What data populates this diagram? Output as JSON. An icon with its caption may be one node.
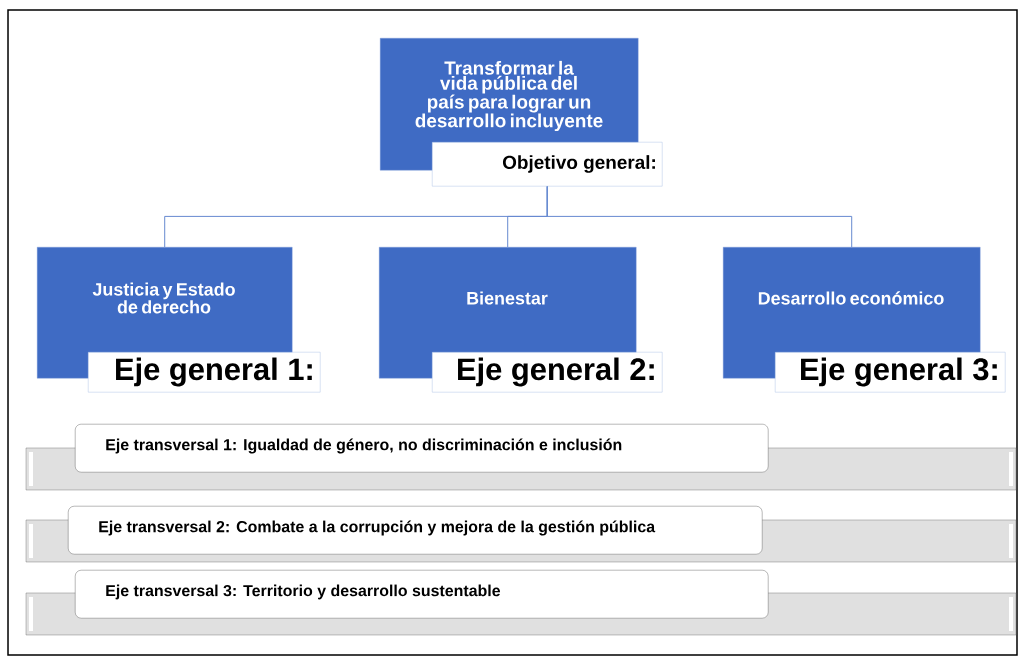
{
  "diagram": {
    "nodes": [
      {
        "text": [
          "Transformar la vida pública del país para lograr un desarrollo incluyente",
          "Objetivo general:"
        ]
      },
      {
        "text": [
          "Justicia y Estado de derecho",
          "Eje general 1:"
        ]
      },
      {
        "text": [
          "Bienestar",
          "Eje general 2:"
        ]
      },
      {
        "text": [
          "Desarrollo económico",
          "Eje general 3:"
        ]
      },
      {
        "text": [
          "Eje transversal 1: Igualdad de género, no discriminación e inclusión"
        ]
      },
      {
        "text": [
          "Eje transversal 2: Combate a la corrupción y mejora de la gestión pública"
        ]
      },
      {
        "text": [
          "Eje transversal 3: Territorio y desarrollo sustentable"
        ]
      }
    ],
    "edges": [
      {
        "from": 0,
        "to": 1,
        "arrow": "none"
      },
      {
        "from": 0,
        "to": 2,
        "arrow": "none"
      },
      {
        "from": 0,
        "to": 3,
        "arrow": "none"
      }
    ]
  }
}
